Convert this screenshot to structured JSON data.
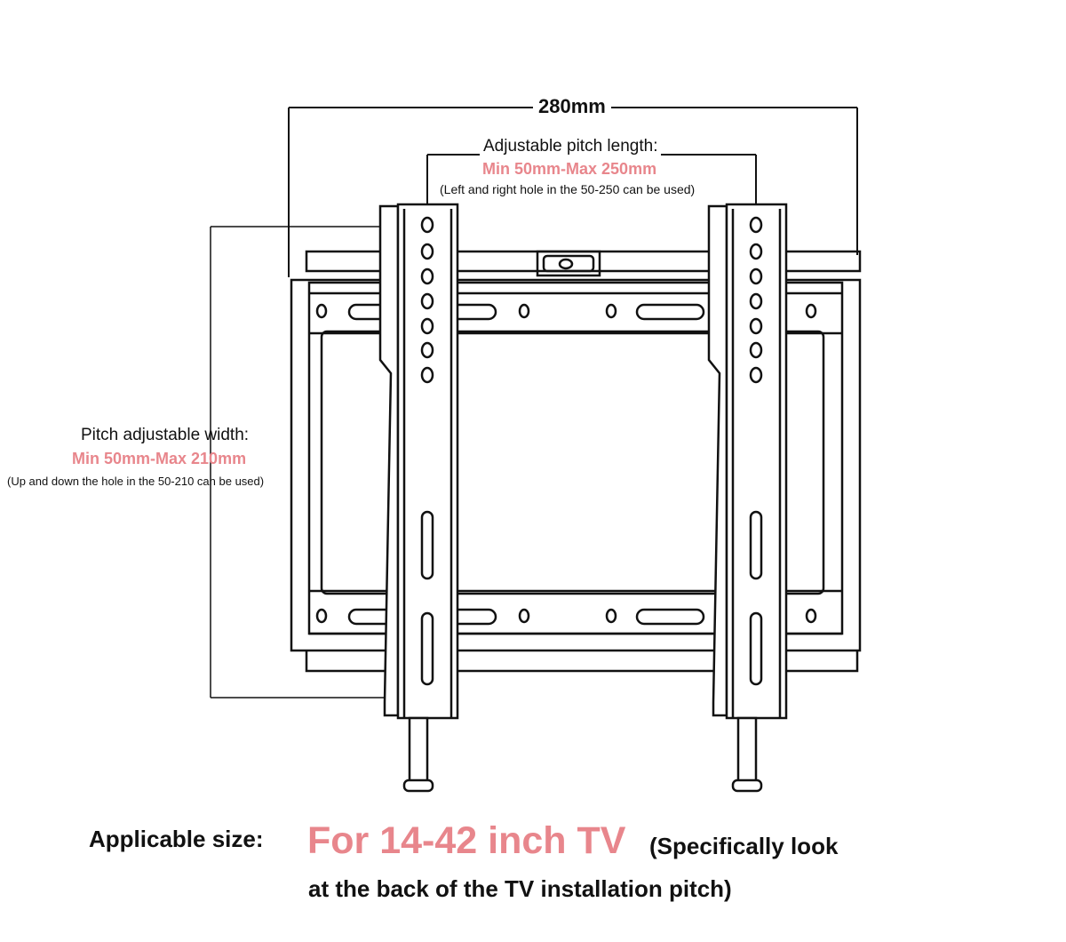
{
  "dimensions": {
    "total_width": "280mm",
    "pitch_length": {
      "label": "Adjustable pitch length:",
      "range": "Min 50mm-Max 250mm",
      "note": "(Left and right hole in the 50-250 can be used)"
    },
    "pitch_width": {
      "label": "Pitch adjustable width:",
      "range": "Min 50mm-Max 210mm",
      "note": "(Up and down the hole in the 50-210 can be used)"
    }
  },
  "applicable": {
    "label": "Applicable size:",
    "value": "For 14-42 inch TV",
    "note_line1": "(Specifically look",
    "note_line2": "at the back of the TV installation pitch)"
  },
  "colors": {
    "accent": "#e8868c",
    "line": "#111111"
  }
}
